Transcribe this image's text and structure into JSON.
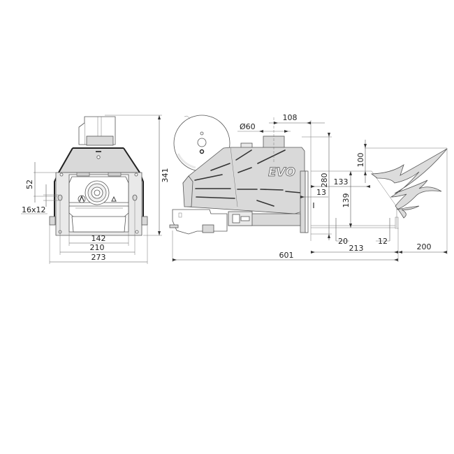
{
  "drawing": {
    "title": "Pellet burner dimensional drawing",
    "brand_logo": "EVO",
    "units": "mm",
    "views": {
      "front": {
        "dimensions": {
          "total_height": "341",
          "flange_offset": "52",
          "mounting_slot": "16x12",
          "inner_width": "142",
          "bolt_spacing": "210",
          "total_width": "273"
        }
      },
      "side": {
        "dimensions": {
          "fuel_inlet_diameter": "Ø60",
          "inlet_to_flange": "108",
          "flange_height": "280",
          "flange_thickness": "13",
          "overall_length": "601"
        }
      },
      "combustion_tube": {
        "dimensions": {
          "flame_height": "100",
          "tube_opening": "133",
          "tube_height": "139",
          "tube_bottom_offset": "20",
          "tube_length": "213",
          "tube_end_step": "12",
          "flame_length": "200"
        }
      }
    },
    "icons": [
      "fan-wheel-icon",
      "flame-icon",
      "fan-symbol-icon",
      "warning-triangle-icon"
    ],
    "colors": {
      "body_fill": "#d9d9d9",
      "outline": "#555555",
      "background": "#ffffff"
    }
  }
}
